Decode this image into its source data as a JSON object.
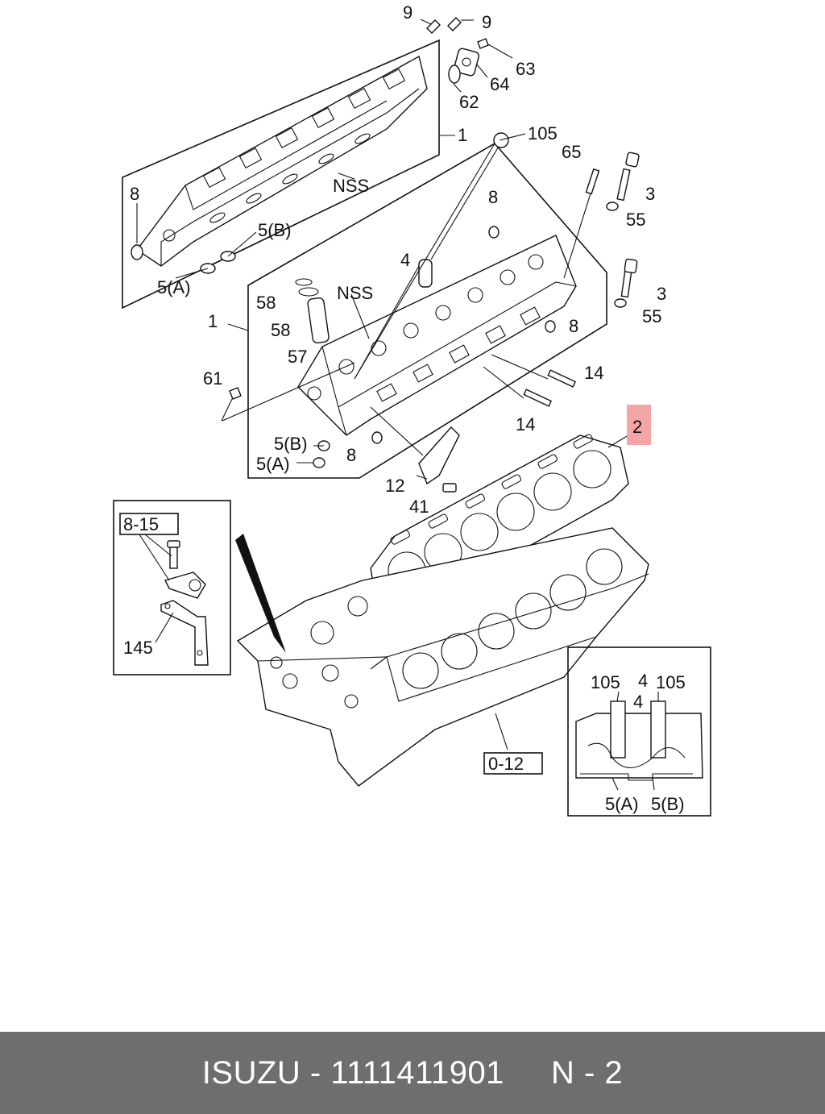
{
  "diagram": {
    "callouts": {
      "c9a": "9",
      "c9b": "9",
      "c63": "63",
      "c64": "64",
      "c62": "62",
      "c1top": "1",
      "c105top": "105",
      "c65": "65",
      "c3a": "3",
      "c55a": "55",
      "c8a": "8",
      "c5b_top": "5(B)",
      "c5a_top": "5(A)",
      "nss_top": "NSS",
      "c8b": "8",
      "c4": "4",
      "c58a": "58",
      "c58b": "58",
      "nss_mid": "NSS",
      "c1mid": "1",
      "c57": "57",
      "c3b": "3",
      "c55b": "55",
      "c8c": "8",
      "c61": "61",
      "c14a": "14",
      "c14b": "14",
      "c5b_mid": "5(B)",
      "c5a_mid": "5(A)",
      "c8d": "8",
      "c12": "12",
      "c41": "41",
      "c2": "2",
      "c145": "145",
      "c105_l": "105",
      "c4_i1": "4",
      "c4_i2": "4",
      "c105_r": "105",
      "c5a_i": "5(A)",
      "c5b_i": "5(B)"
    },
    "boxed_refs": {
      "ref_8_15": "8-15",
      "ref_0_12": "0-12"
    },
    "highlight_color": "#f4a6a6"
  },
  "footer": {
    "text": "ISUZU - 1111411901     N - 2",
    "background": "#6e6e6e"
  }
}
